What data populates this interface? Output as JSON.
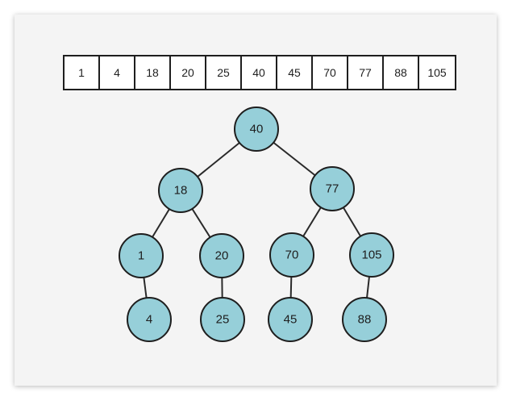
{
  "array": {
    "cells": [
      "1",
      "4",
      "18",
      "20",
      "25",
      "40",
      "45",
      "70",
      "77",
      "88",
      "105"
    ]
  },
  "tree": {
    "nodes": [
      {
        "id": "n40",
        "label": "40"
      },
      {
        "id": "n18",
        "label": "18"
      },
      {
        "id": "n77",
        "label": "77"
      },
      {
        "id": "n1",
        "label": "1"
      },
      {
        "id": "n20",
        "label": "20"
      },
      {
        "id": "n70",
        "label": "70"
      },
      {
        "id": "n105",
        "label": "105"
      },
      {
        "id": "n4",
        "label": "4"
      },
      {
        "id": "n25",
        "label": "25"
      },
      {
        "id": "n45",
        "label": "45"
      },
      {
        "id": "n88",
        "label": "88"
      }
    ],
    "edges": [
      [
        "n40",
        "n18"
      ],
      [
        "n40",
        "n77"
      ],
      [
        "n18",
        "n1"
      ],
      [
        "n18",
        "n20"
      ],
      [
        "n77",
        "n70"
      ],
      [
        "n77",
        "n105"
      ],
      [
        "n1",
        "n4"
      ],
      [
        "n20",
        "n25"
      ],
      [
        "n70",
        "n45"
      ],
      [
        "n105",
        "n88"
      ]
    ]
  },
  "colors": {
    "node_fill": "#96cfd9",
    "stroke": "#1e1e1e",
    "card_background": "#f4f4f4"
  }
}
